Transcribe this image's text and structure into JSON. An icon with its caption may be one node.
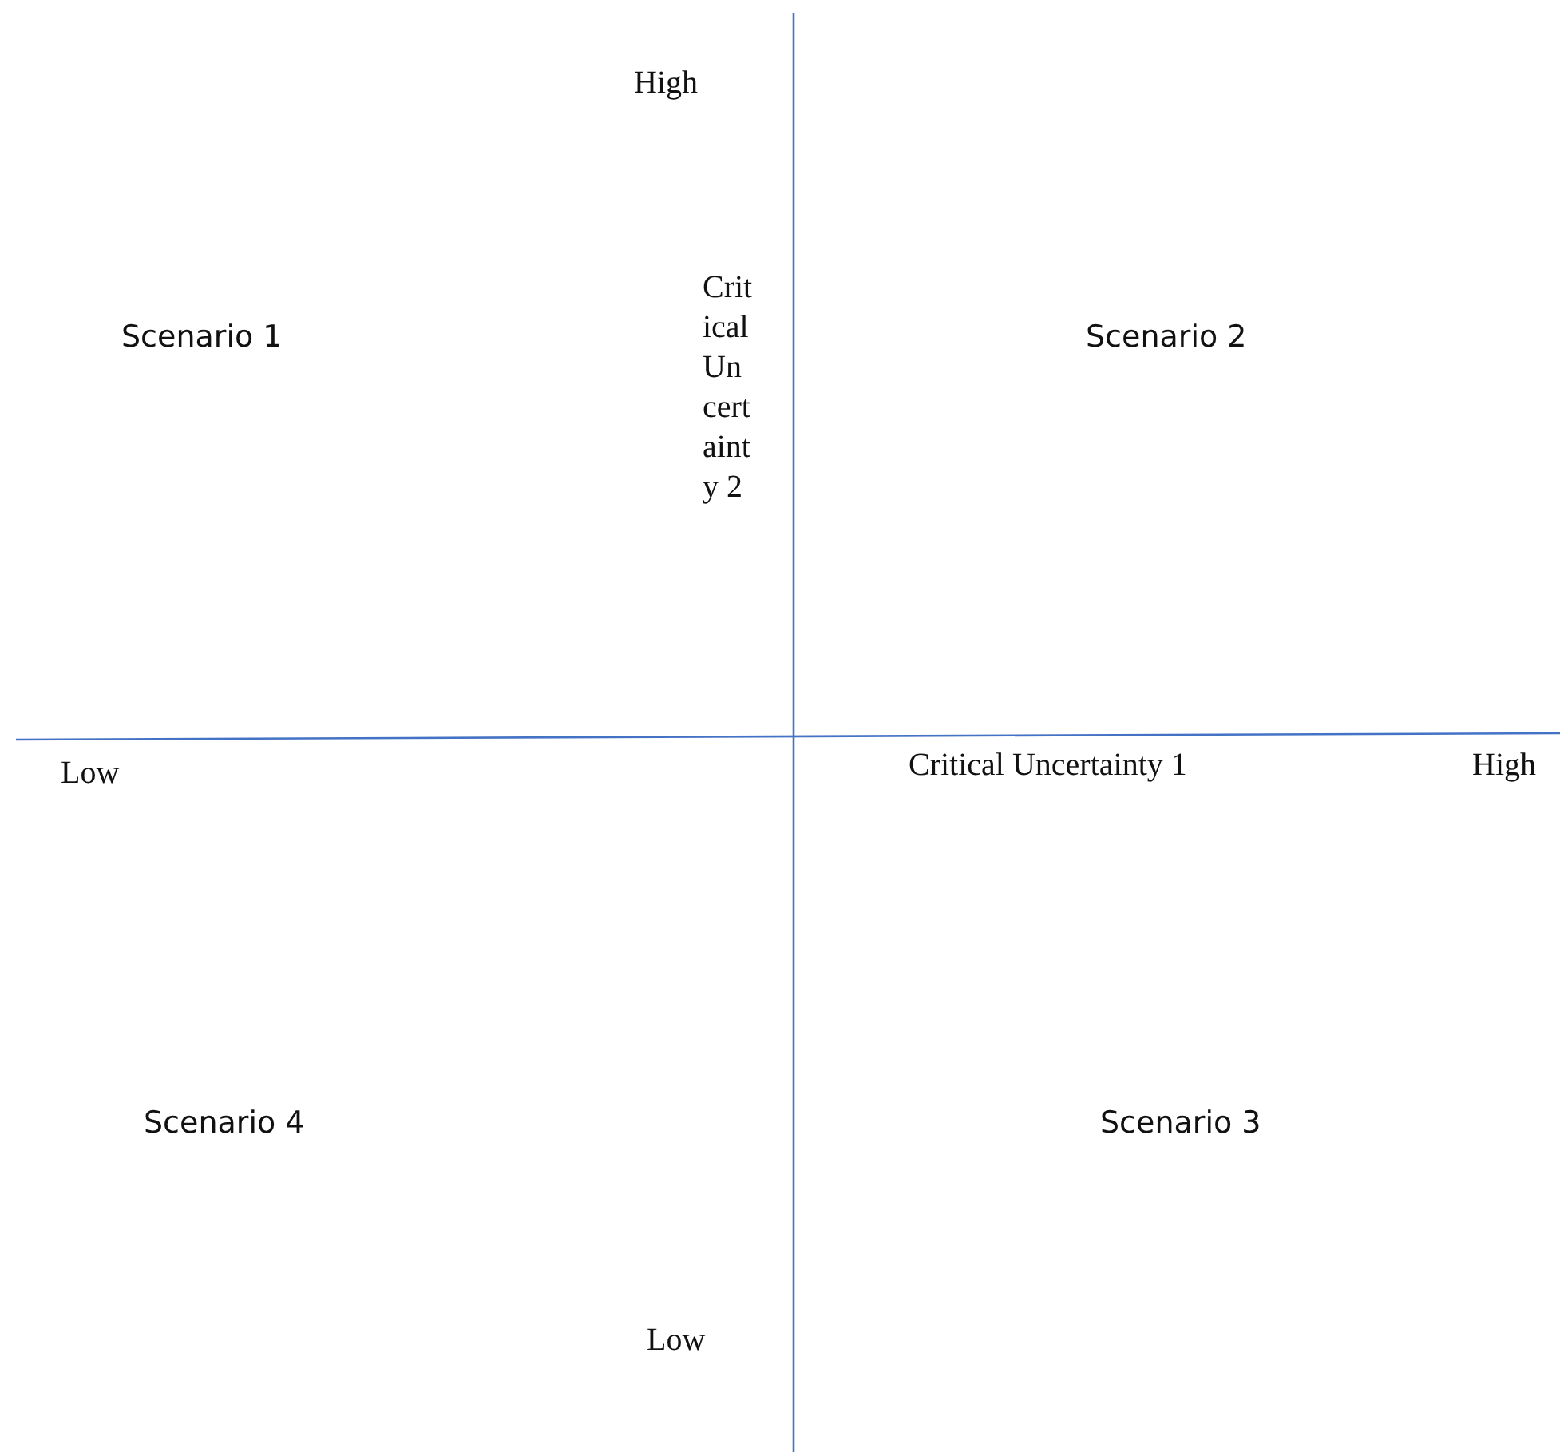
{
  "diagram": {
    "labels": [
      "High",
      "Scenario 1",
      "Critical Uncertainty 2",
      "Scenario 2",
      "Low",
      "Critical Uncertainty 1",
      "High",
      "Scenario 4",
      "Scenario 3",
      "Low"
    ]
  }
}
